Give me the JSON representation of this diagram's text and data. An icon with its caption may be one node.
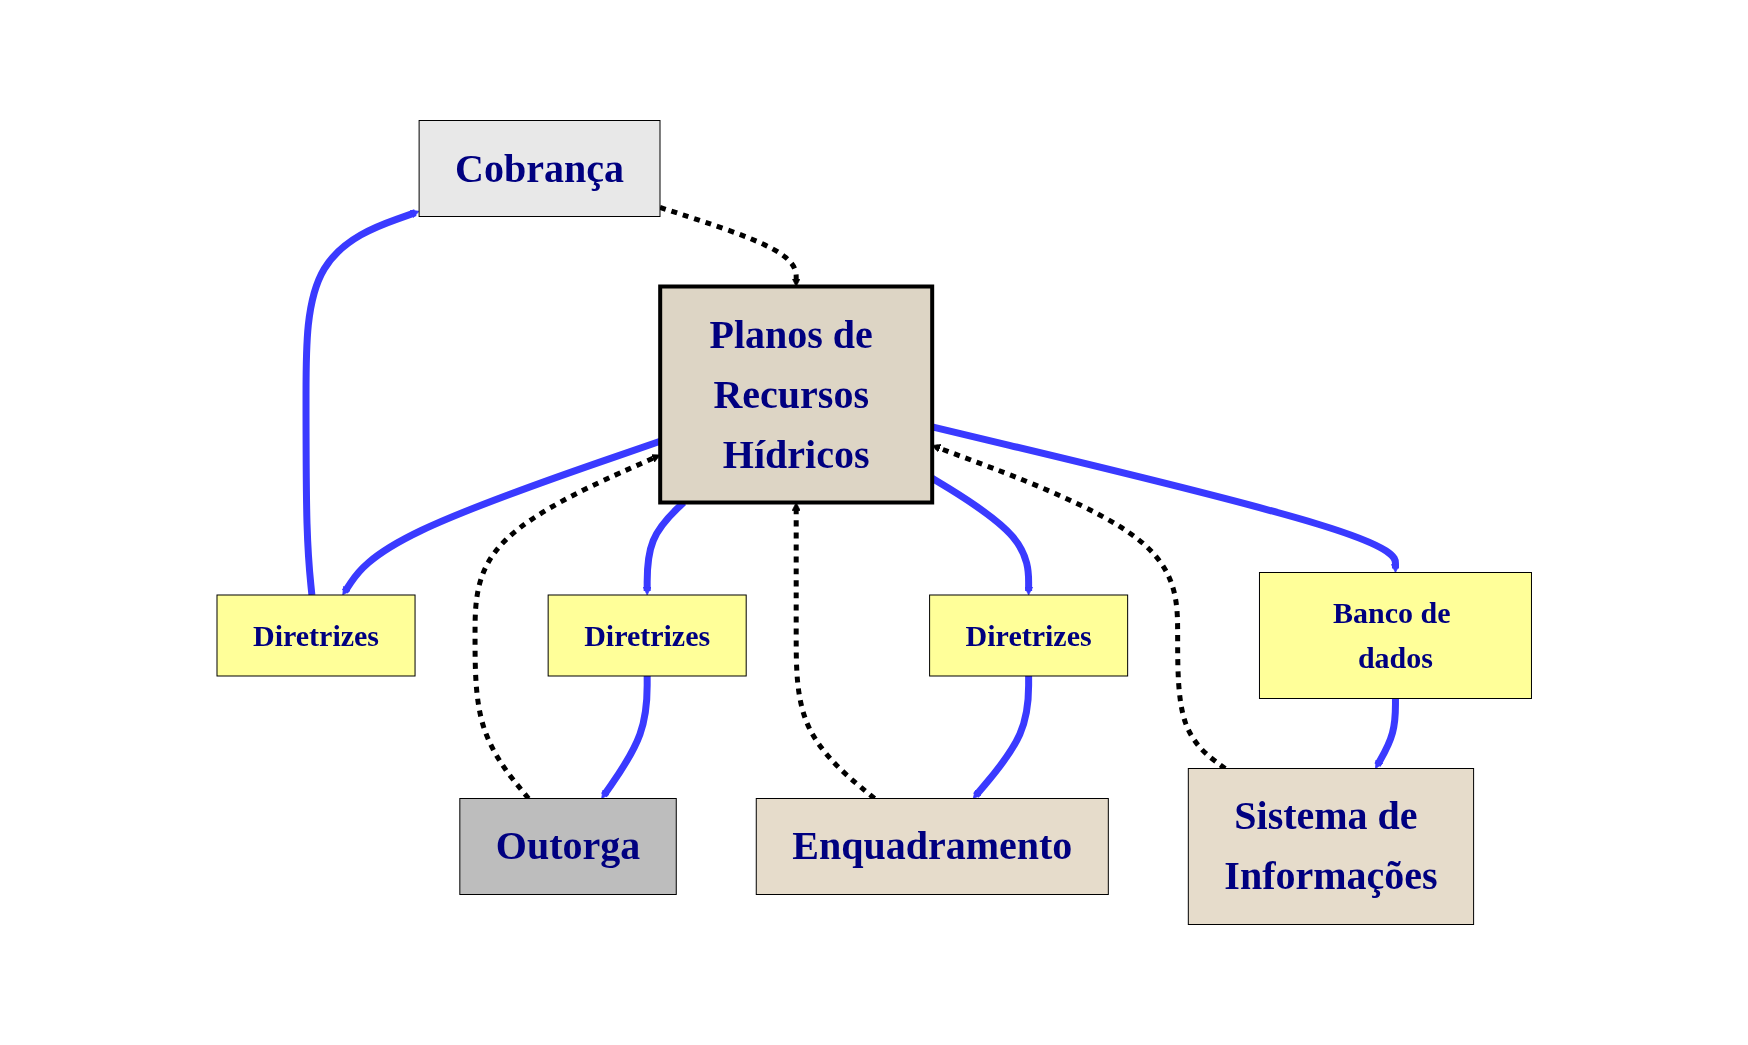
{
  "diagram": {
    "nodes": [
      {
        "text": [
          "Cobrança"
        ]
      },
      {
        "text": [
          "Outorga"
        ]
      },
      {
        "text": [
          "Diretrizes"
        ]
      },
      {
        "text": [
          "Diretrizes"
        ]
      },
      {
        "text": [
          "Planos de Recursos Hídricos"
        ]
      },
      {
        "text": [
          "Diretrizes"
        ]
      },
      {
        "text": [
          "Banco de dados"
        ]
      },
      {
        "text": [
          "Enquadramento"
        ]
      },
      {
        "text": [
          "Sistema de Informações"
        ]
      }
    ],
    "edges": [
      {
        "from": 0,
        "to": 4,
        "arrow": "to",
        "style": "dashed",
        "color": "#000000"
      },
      {
        "from": 1,
        "to": 4,
        "arrow": "to",
        "style": "dashed",
        "color": "#000000"
      },
      {
        "from": 2,
        "to": 0,
        "arrow": "to"
      },
      {
        "from": 3,
        "to": 1,
        "arrow": "to"
      },
      {
        "from": 4,
        "to": 2,
        "arrow": "to"
      },
      {
        "from": 4,
        "to": 3,
        "arrow": "to"
      },
      {
        "from": 4,
        "to": 5,
        "arrow": "to"
      },
      {
        "from": 4,
        "to": 6,
        "arrow": "to"
      },
      {
        "from": 5,
        "to": 7,
        "arrow": "to"
      },
      {
        "from": 6,
        "to": 8,
        "arrow": "to"
      },
      {
        "from": 7,
        "to": 4,
        "arrow": "to",
        "style": "dashed",
        "color": "#000000"
      },
      {
        "from": 8,
        "to": 4,
        "arrow": "to",
        "style": "dashed",
        "color": "#000000"
      }
    ]
  }
}
